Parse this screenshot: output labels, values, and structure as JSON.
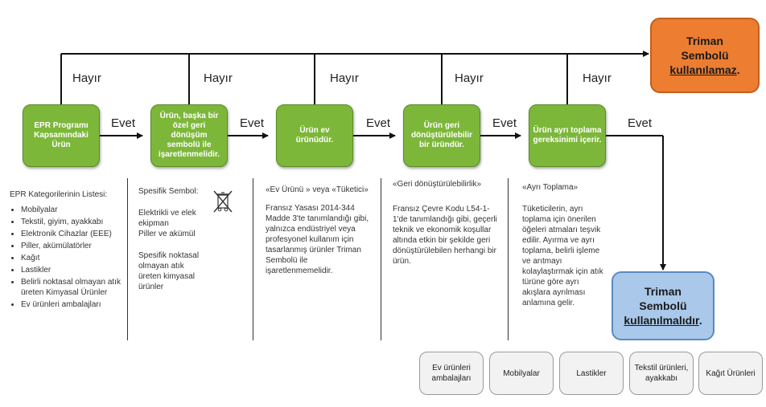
{
  "steps": [
    {
      "label": "EPR Programı Kapsamındaki Ürün"
    },
    {
      "label": "Ürün, başka bir özel geri dönüşüm sembolü ile işaretlenmelidir."
    },
    {
      "label": "Ürün ev ürünüdür."
    },
    {
      "label": "Ürün geri dönüştürülebilir bir üründür."
    },
    {
      "label": "Ürün ayrı toplama gereksinimi içerir."
    }
  ],
  "yes_label": "Evet",
  "no_label": "Hayır",
  "result_no": {
    "line1": "Triman",
    "line2": "Sembolü",
    "line3": "kullanılamaz",
    "dot": "."
  },
  "result_yes": {
    "line1": "Triman",
    "line2": "Sembolü",
    "line3": "kullanılmalıdır",
    "dot": "."
  },
  "columns": {
    "col1": {
      "title": "EPR Kategorilerinin Listesi:",
      "items": [
        "Mobilyalar",
        "Tekstil, giyim, ayakkabı",
        "Elektronik Cihazlar (EEE)",
        "Piller, akümülatörler",
        "Kağıt",
        "Lastikler",
        "Belirli noktasal olmayan atık üreten Kimyasal Ürünler",
        "Ev ürünleri ambalajları"
      ]
    },
    "col2": {
      "title": "Spesifik Sembol:",
      "p1": "Elektrikli ve elek ekipman",
      "p2": "Piller ve akümül",
      "p3": "Spesifik noktasal olmayan atık üreten kimyasal ürünler"
    },
    "col3": {
      "title": "«Ev Ürünü » veya «Tüketici»",
      "body": "Fransız Yasası 2014-344 Madde 3'te tanımlandığı gibi, yalnızca endüstriyel veya profesyonel kullanım için tasarlanmış ürünler Triman Sembolü ile işaretlenmemelidir."
    },
    "col4": {
      "title": "«Geri dönüştürülebilirlik»",
      "body": "Fransız Çevre Kodu L54-1-1'de tanımlandığı gibi, geçerli teknik ve ekonomik koşullar altında etkin bir şekilde geri dönüştürülebilen herhangi bir ürün."
    },
    "col5": {
      "title": "«Ayrı Toplama»",
      "body": "Tüketicilerin, ayrı toplama için önerilen öğeleri atmaları teşvik edilir. Ayırma ve ayrı toplama, belirli işleme ve arıtmayı kolaylaştırmak için atık türüne göre ayrı akışlara ayrılması anlamına gelir."
    }
  },
  "bottom_boxes": [
    {
      "label": "Ev ürünleri ambalajları"
    },
    {
      "label": "Mobilyalar"
    },
    {
      "label": "Lastikler"
    },
    {
      "label": "Tekstil ürünleri, ayakkabı"
    },
    {
      "label": "Kağıt Ürünleri"
    }
  ],
  "colors": {
    "step": "#7db73a",
    "no_result": "#ed7d31",
    "yes_result": "#a9c8ea",
    "line": "#111111"
  },
  "icons": [
    "crossed-bin-icon"
  ]
}
